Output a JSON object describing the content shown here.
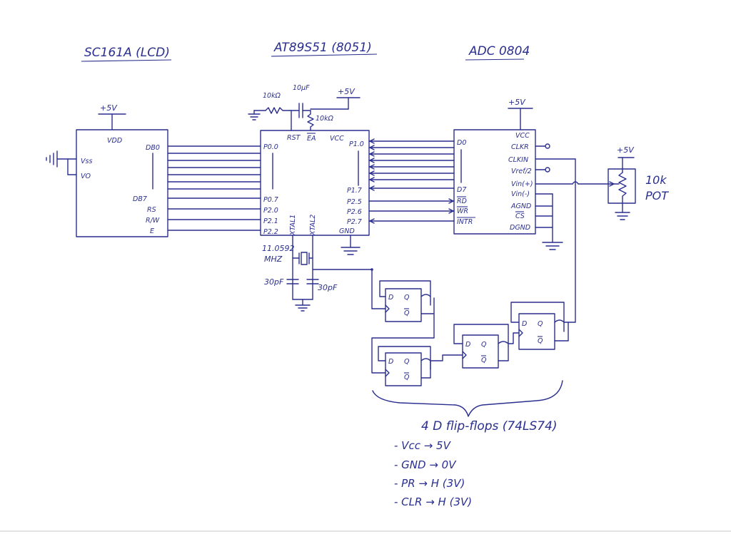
{
  "titles": {
    "lcd": "SC161A (LCD)",
    "mcu": "AT89S51 (8051)",
    "adc": "ADC 0804"
  },
  "power": {
    "plus5v": "+5V"
  },
  "lcd": {
    "vdd": "VDD",
    "vss": "Vss",
    "vo": "VO",
    "db0": "DB0",
    "db7": "DB7",
    "rs": "RS",
    "rw": "R/W",
    "e": "E"
  },
  "mcu": {
    "rst": "RST",
    "ea": "EA",
    "vcc": "VCC",
    "p00": "P0.0",
    "p07": "P0.7",
    "p20": "P2.0",
    "p21": "P2.1",
    "p22": "P2.2",
    "p10": "P1.0",
    "p17": "P1.7",
    "p25": "P2.5",
    "p26": "P2.6",
    "p27": "P2.7",
    "gnd": "GND",
    "xtal1": "XTAL1",
    "xtal2": "XTAL2"
  },
  "reset_network": {
    "r1": "10kΩ",
    "c1": "10μF",
    "r2": "10kΩ"
  },
  "crystal": {
    "freq": "11.0592",
    "unit": "MHZ",
    "c_left": "30pF",
    "c_right": "30pF"
  },
  "adc": {
    "vcc": "VCC",
    "clkr": "CLKR",
    "clkin": "CLKIN",
    "vref": "Vref/2",
    "vin_plus": "Vin(+)",
    "vin_minus": "Vin(-)",
    "agnd": "AGND",
    "cs": "CS",
    "dgnd": "DGND",
    "d0": "D0",
    "d7": "D7",
    "rd": "RD",
    "wr": "WR",
    "intr": "INTR"
  },
  "pot": {
    "value": "10k",
    "name": "POT"
  },
  "flipflop": {
    "d": "D",
    "q": "Q",
    "qbar": "Q"
  },
  "notes": {
    "heading": "4 D flip-flops (74LS74)",
    "lines": [
      "- Vcc → 5V",
      "- GND → 0V",
      "- PR → H   (3V)",
      "- CLR → H   (3V)"
    ]
  }
}
